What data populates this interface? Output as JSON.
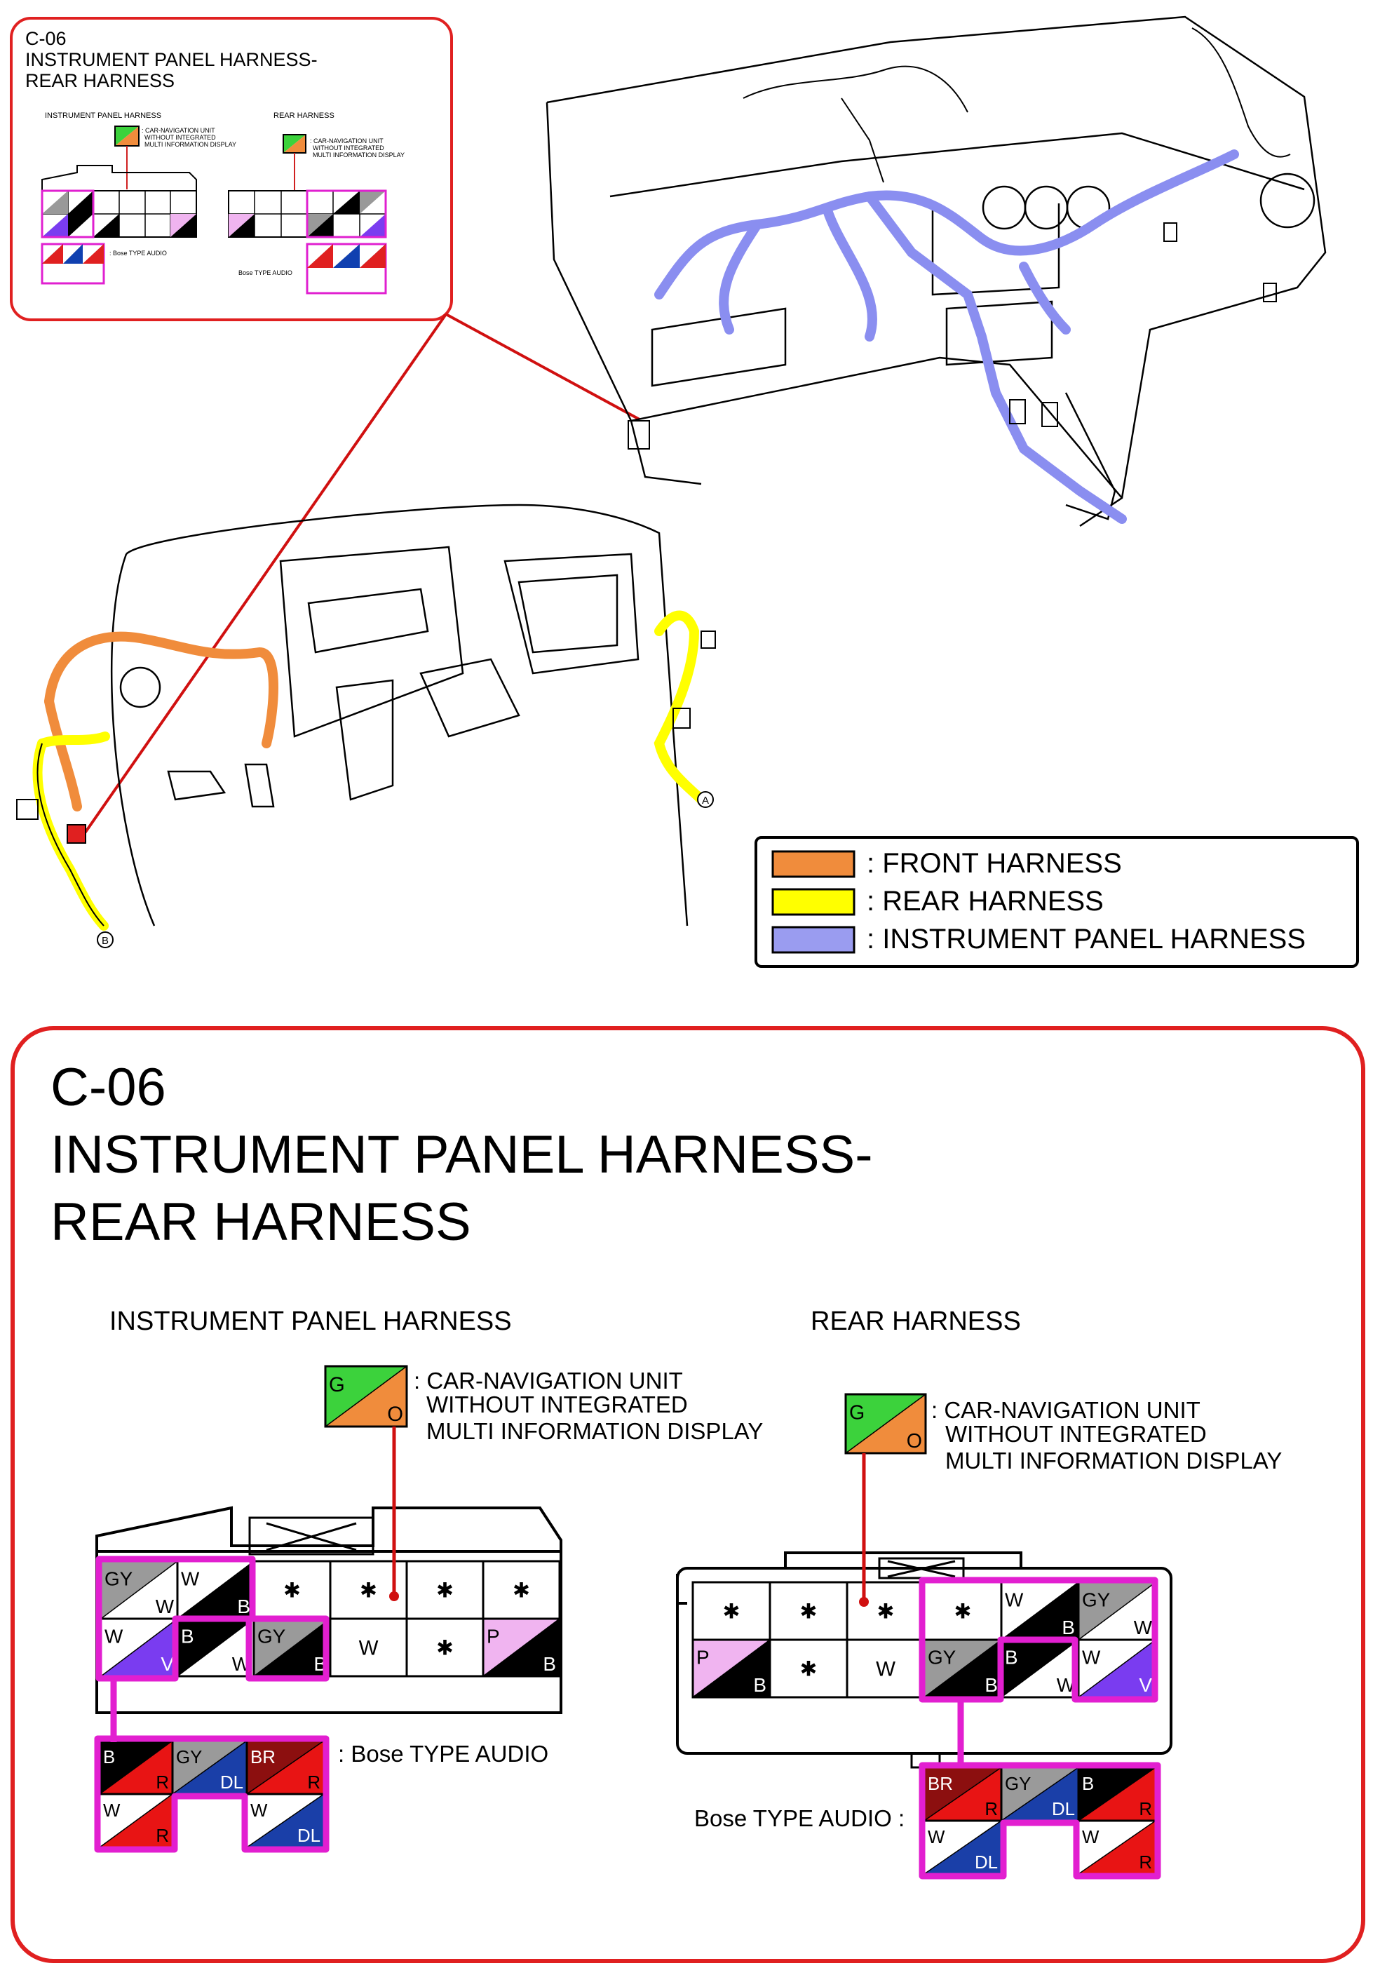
{
  "inset": {
    "code": "C-06",
    "title_line1": "INSTRUMENT PANEL HARNESS-",
    "title_line2": "REAR HARNESS",
    "ip_heading": "INSTRUMENT PANEL HARNESS",
    "rear_heading": "REAR HARNESS",
    "nav_line1": ": CAR-NAVIGATION UNIT",
    "nav_line2": "WITHOUT INTEGRATED",
    "nav_line3": "MULTI INFORMATION DISPLAY",
    "bose_ip": ": Bose TYPE AUDIO",
    "bose_rear": "Bose TYPE AUDIO"
  },
  "legend": {
    "items": [
      {
        "label": ": FRONT HARNESS",
        "color": "#f08c3c"
      },
      {
        "label": ": REAR HARNESS",
        "color": "#ffff00"
      },
      {
        "label": ": INSTRUMENT PANEL HARNESS",
        "color": "#9a9cf0"
      }
    ]
  },
  "markers": {
    "a": "A",
    "b": "B"
  },
  "detail": {
    "code": "C-06",
    "title_line1": "INSTRUMENT PANEL HARNESS-",
    "title_line2": "REAR HARNESS",
    "ip_heading": "INSTRUMENT PANEL HARNESS",
    "rear_heading": "REAR HARNESS",
    "nav_line1": ": CAR-NAVIGATION UNIT",
    "nav_line2": "WITHOUT INTEGRATED",
    "nav_line3": "MULTI INFORMATION DISPLAY",
    "bose_ip": ": Bose TYPE AUDIO",
    "bose_rear": "Bose TYPE AUDIO :",
    "nav_pin": {
      "top": "G",
      "bottom": "O"
    },
    "ip_pins": [
      {
        "top": "GY",
        "bottom": "W"
      },
      {
        "top": "W",
        "bottom": "B"
      },
      {
        "top": "✱"
      },
      {
        "top": "✱"
      },
      {
        "top": "✱"
      },
      {
        "top": "✱"
      },
      {
        "top": "W",
        "bottom": "V"
      },
      {
        "top": "B",
        "bottom": "W"
      },
      {
        "top": "GY",
        "bottom": "B"
      },
      {
        "top": "W"
      },
      {
        "top": "✱"
      },
      {
        "top": "P",
        "bottom": "B"
      }
    ],
    "ip_bose_pins": [
      {
        "top": "B",
        "bottom": "R"
      },
      {
        "top": "GY",
        "bottom": "DL"
      },
      {
        "top": "BR",
        "bottom": "R"
      },
      {
        "top": "W",
        "bottom": "R"
      },
      {
        "top": "W",
        "bottom": "DL"
      }
    ],
    "rear_pins": [
      {
        "top": "✱"
      },
      {
        "top": "✱"
      },
      {
        "top": "✱"
      },
      {
        "top": "✱"
      },
      {
        "top": "W",
        "bottom": "B"
      },
      {
        "top": "GY",
        "bottom": "W"
      },
      {
        "top": "P",
        "bottom": "B"
      },
      {
        "top": "✱"
      },
      {
        "top": "W"
      },
      {
        "top": "GY",
        "bottom": "B"
      },
      {
        "top": "B",
        "bottom": "W"
      },
      {
        "top": "W",
        "bottom": "V"
      }
    ],
    "rear_bose_pins": [
      {
        "top": "BR",
        "bottom": "R"
      },
      {
        "top": "GY",
        "bottom": "DL"
      },
      {
        "top": "B",
        "bottom": "R"
      },
      {
        "top": "W",
        "bottom": "DL"
      },
      {
        "top": "W",
        "bottom": "R"
      }
    ]
  }
}
